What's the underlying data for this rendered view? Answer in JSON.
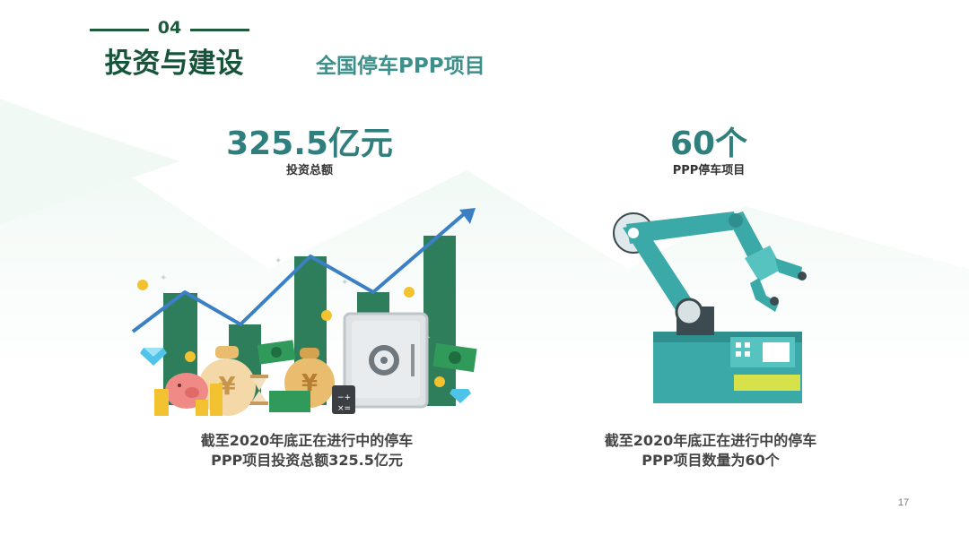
{
  "header": {
    "section_number": "04",
    "section_title": "投资与建设",
    "subtitle": "全国停车PPP项目"
  },
  "stats": {
    "left": {
      "value": "325.5亿元",
      "label": "投资总额"
    },
    "right": {
      "value": "60个",
      "label": "PPP停车项目"
    }
  },
  "captions": {
    "left_line1": "截至2020年底正在进行中的停车",
    "left_line2": "PPP项目投资总额325.5亿元",
    "right_line1": "截至2020年底正在进行中的停车",
    "right_line2": "PPP项目数量为60个"
  },
  "illustrations": {
    "left": {
      "glyph": "¥"
    }
  },
  "footer": {
    "page_number": "17"
  },
  "colors": {
    "dark_green": "#17553a",
    "teal": "#3e8f8b",
    "bar_green": "#2e7d5b",
    "arrow_blue": "#3b7fc4",
    "robot_teal": "#3aa9a8",
    "mountain": "#eaf6f1"
  }
}
